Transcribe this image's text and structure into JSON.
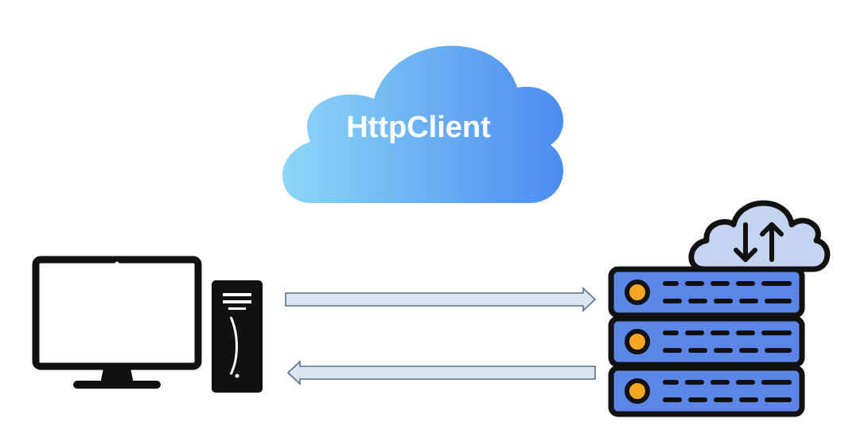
{
  "cloud": {
    "label": "HttpClient",
    "gradient_start": "#8dd6f6",
    "gradient_end": "#4a8cf0"
  },
  "nodes": {
    "client": {
      "icon": "desktop-computer-icon"
    },
    "server": {
      "icon": "cloud-server-icon"
    }
  },
  "arrows": [
    {
      "direction": "client-to-server",
      "icon": "arrow-right-icon"
    },
    {
      "direction": "server-to-client",
      "icon": "arrow-left-icon"
    }
  ],
  "colors": {
    "outline": "#111111",
    "arrow_fill": "#dbe6f2",
    "server_unit": "#5b85e6",
    "server_light": "#c9d8f6",
    "led": "#f6a623",
    "cloud_small": "#c4d4f0"
  }
}
